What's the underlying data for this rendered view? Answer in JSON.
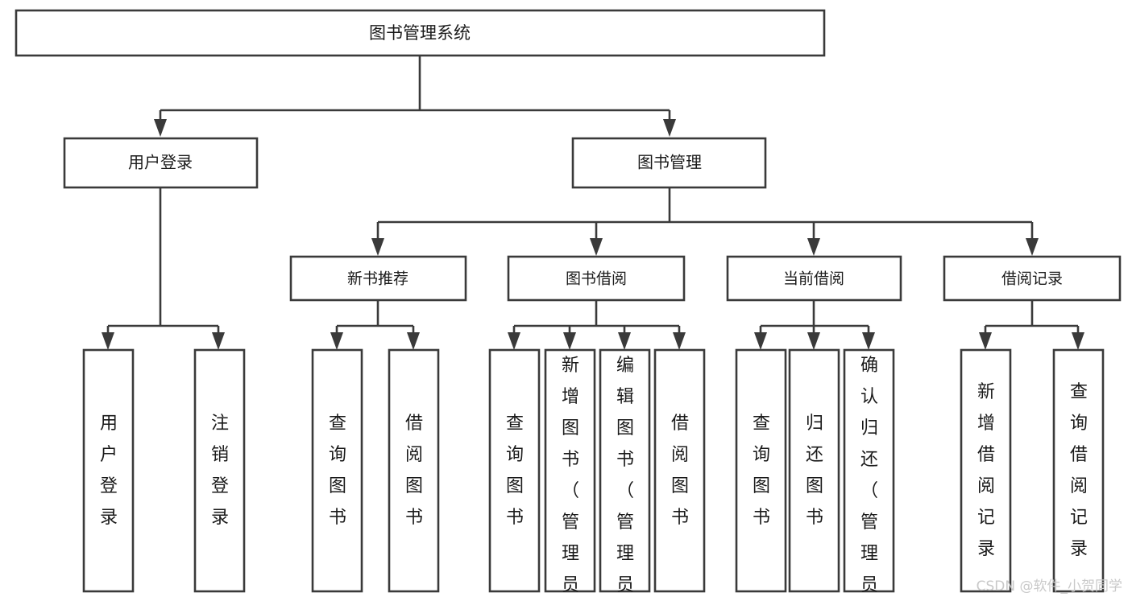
{
  "diagram": {
    "title": "图书管理系统",
    "type": "hierarchy-tree",
    "root": {
      "id": "root",
      "label": "图书管理系统",
      "level": 1
    },
    "level2": [
      {
        "id": "user-login",
        "label": "用户登录"
      },
      {
        "id": "book-management",
        "label": "图书管理"
      }
    ],
    "level3": [
      {
        "id": "new-book-recommend",
        "label": "新书推荐",
        "parent": "book-management"
      },
      {
        "id": "book-borrow",
        "label": "图书借阅",
        "parent": "book-management"
      },
      {
        "id": "current-borrow",
        "label": "当前借阅",
        "parent": "book-management"
      },
      {
        "id": "borrow-record",
        "label": "借阅记录",
        "parent": "book-management"
      }
    ],
    "leaves": {
      "user-login": [
        {
          "id": "leaf-user-login",
          "label": "用户登录"
        },
        {
          "id": "leaf-user-logout",
          "label": "注销登录"
        }
      ],
      "new-book-recommend": [
        {
          "id": "leaf-query-book-1",
          "label": "查询图书"
        },
        {
          "id": "leaf-borrow-book-1",
          "label": "借阅图书"
        }
      ],
      "book-borrow": [
        {
          "id": "leaf-query-book-2",
          "label": "查询图书"
        },
        {
          "id": "leaf-add-book",
          "label": "新增图书（管理员）"
        },
        {
          "id": "leaf-edit-book",
          "label": "编辑图书（管理员）"
        },
        {
          "id": "leaf-borrow-book-2",
          "label": "借阅图书"
        }
      ],
      "current-borrow": [
        {
          "id": "leaf-query-book-3",
          "label": "查询图书"
        },
        {
          "id": "leaf-return-book",
          "label": "归还图书"
        },
        {
          "id": "leaf-confirm-return",
          "label": "确认归还（管理员）"
        }
      ],
      "borrow-record": [
        {
          "id": "leaf-add-record",
          "label": "新增借阅记录"
        },
        {
          "id": "leaf-query-record",
          "label": "查询借阅记录"
        }
      ]
    }
  },
  "watermark": {
    "text": "CSDN @软件_小贺同学"
  },
  "colors": {
    "stroke": "#3a3a3a",
    "fill": "#ffffff",
    "text": "#1a1a1a",
    "watermark": "#c9c9c9"
  }
}
